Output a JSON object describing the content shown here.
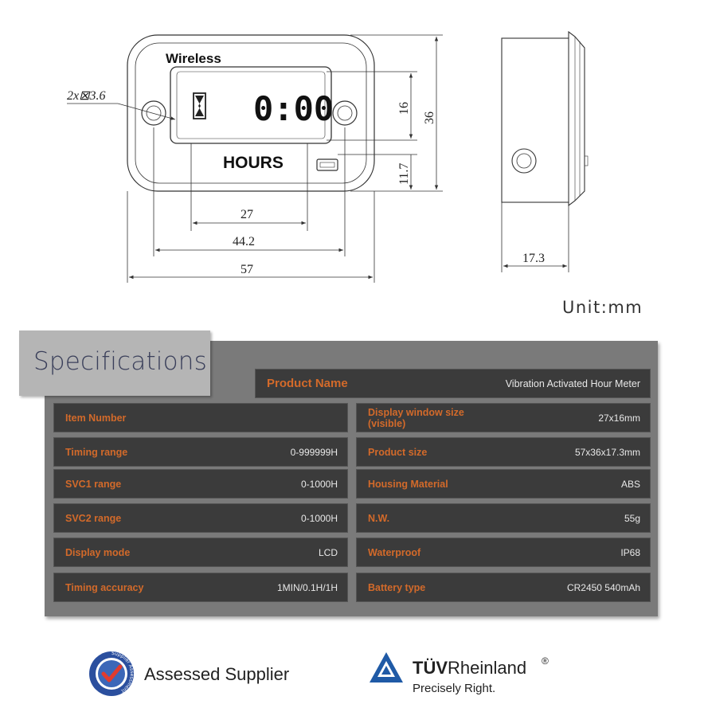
{
  "drawing": {
    "front_brand": "Wireless",
    "front_display_digits": "0:00",
    "front_unit_text": "HOURS",
    "hole_callout": "2x⊠3.6",
    "dim_display_width": "27",
    "dim_hole_spacing": "44.2",
    "dim_total_width": "57",
    "dim_display_height": "16",
    "dim_total_height": "36",
    "dim_lower": "11.7",
    "dim_depth": "17.3"
  },
  "unit_label": "Unit:mm",
  "specs": {
    "title": "Specifications",
    "product_name_label": "Product Name",
    "product_name_value": "Vibration Activated Hour Meter",
    "left_rows": [
      {
        "label": "Item Number",
        "value": ""
      },
      {
        "label": "Timing range",
        "value": "0-999999H"
      },
      {
        "label": "SVC1  range",
        "value": "0-1000H"
      },
      {
        "label": "SVC2  range",
        "value": "0-1000H"
      },
      {
        "label": "Display mode",
        "value": "LCD"
      },
      {
        "label": "Timing accuracy",
        "value": "1MIN/0.1H/1H"
      }
    ],
    "right_rows": [
      {
        "label": "Display window size (visible)",
        "value": "27x16mm"
      },
      {
        "label": "Product size",
        "value": "57x36x17.3mm"
      },
      {
        "label": "Housing Material",
        "value": "ABS"
      },
      {
        "label": "N.W.",
        "value": "55g"
      },
      {
        "label": "Waterproof",
        "value": "IP68"
      },
      {
        "label": "Battery type",
        "value": "CR2450 540mAh"
      }
    ]
  },
  "footer": {
    "assessed_text": "Assessed Supplier",
    "badge_ring_text": "Supplier Assessment",
    "tuv_brand_bold": "TÜV",
    "tuv_brand_rest": "Rheinland",
    "tuv_registered": "®",
    "tuv_tagline": "Precisely Right."
  },
  "colors": {
    "spec_label": "#d36a2a",
    "spec_cell_bg": "#3b3b3b",
    "spec_panel_bg": "#7a7a7a",
    "tuv_blue": "#1f5aa6"
  }
}
